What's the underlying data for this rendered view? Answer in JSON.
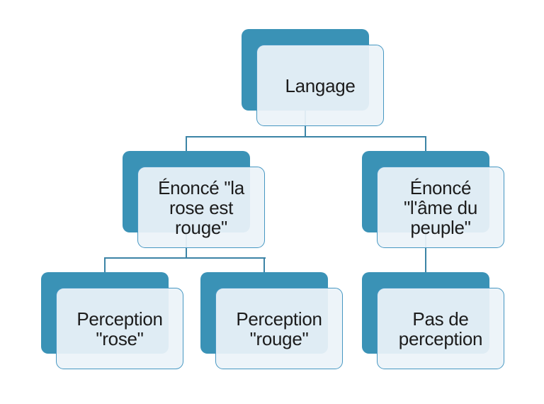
{
  "colors": {
    "background": "#ffffff",
    "shape_back": "#3a92b6",
    "shape_front_fill": "#edf3f8",
    "shape_front_border": "#4697c2",
    "connector": "#3c84a6",
    "text": "#1c1c1c"
  },
  "tree": {
    "root": {
      "label": "Langage"
    },
    "level2": [
      {
        "label": "Énoncé \"la\nrose est\nrouge\""
      },
      {
        "label": "Énoncé\n\"l'âme du\npeuple\""
      }
    ],
    "level3": [
      {
        "label": "Perception\n\"rose\""
      },
      {
        "label": "Perception\n\"rouge\""
      },
      {
        "label": "Pas de\nperception"
      }
    ]
  }
}
